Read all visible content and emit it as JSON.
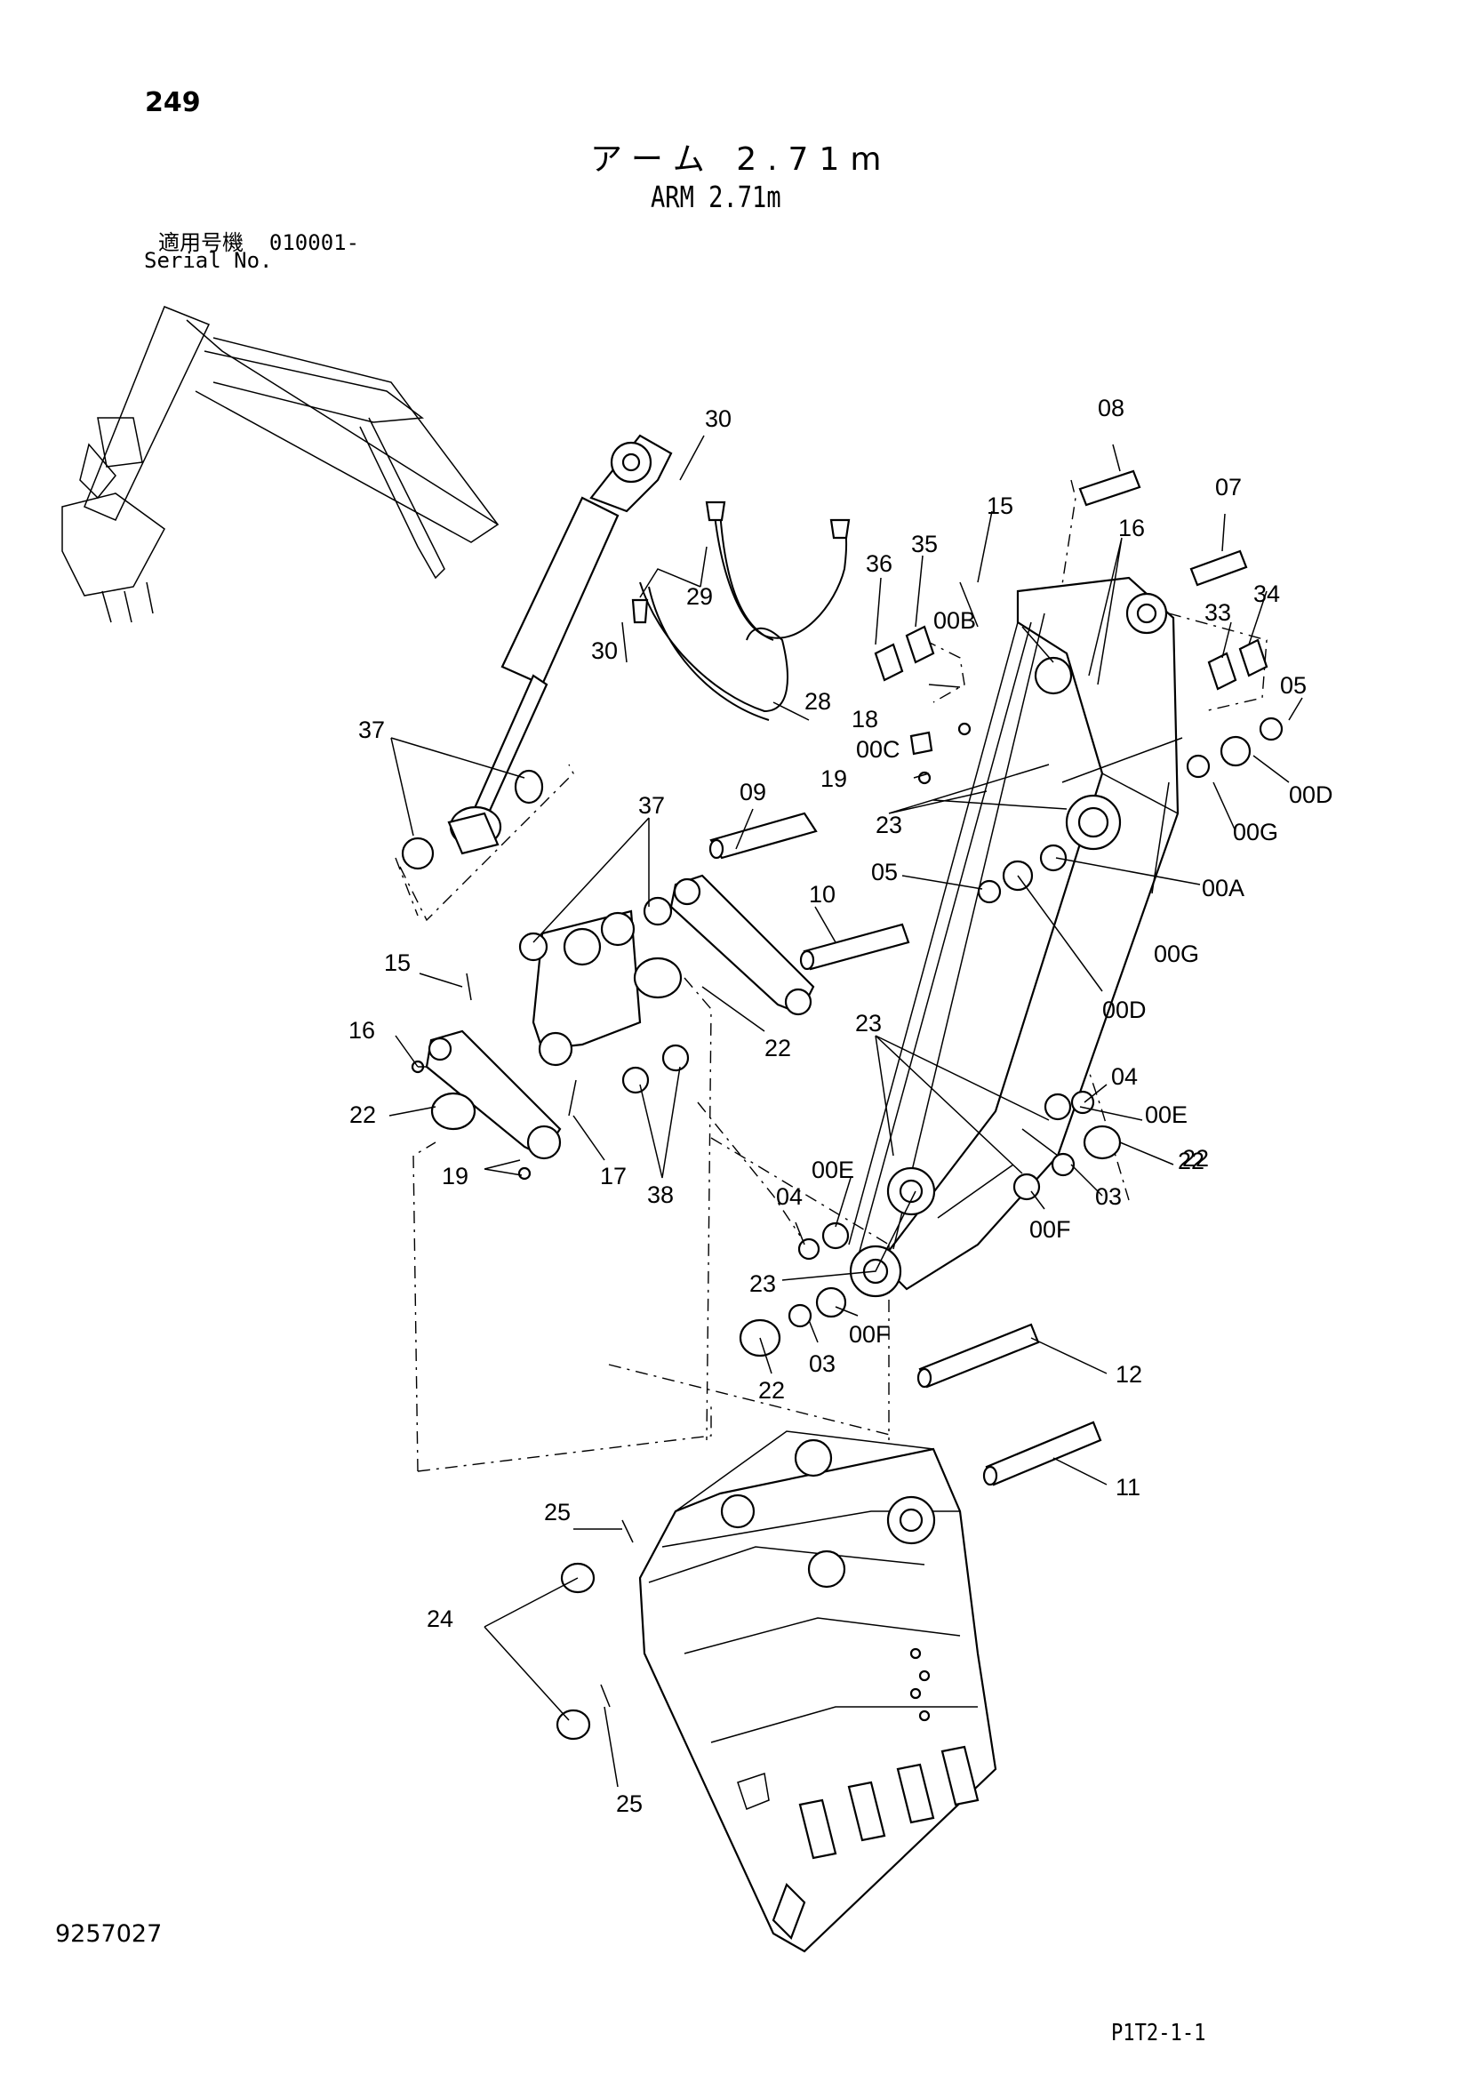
{
  "page": {
    "number": "249",
    "title_jp": "アーム 2.71m",
    "title_en": "ARM 2.71m",
    "serial_label_jp": "適用号機",
    "serial_value": "010001-",
    "serial_label_en": "Serial No.",
    "doc_number": "9257027",
    "page_code": "P1T2-1-1"
  },
  "callouts": [
    "30",
    "08",
    "15",
    "07",
    "16",
    "36",
    "35",
    "34",
    "33",
    "29",
    "00B",
    "05",
    "30",
    "28",
    "18",
    "00C",
    "00D",
    "37",
    "19",
    "00G",
    "09",
    "23",
    "37",
    "05",
    "00A",
    "10",
    "00G",
    "15",
    "22",
    "00D",
    "16",
    "23",
    "04",
    "22",
    "00E",
    "22",
    "19",
    "17",
    "38",
    "00E",
    "03",
    "22",
    "04",
    "00F",
    "23",
    "00F",
    "03",
    "22",
    "12",
    "11",
    "25",
    "24",
    "25"
  ]
}
